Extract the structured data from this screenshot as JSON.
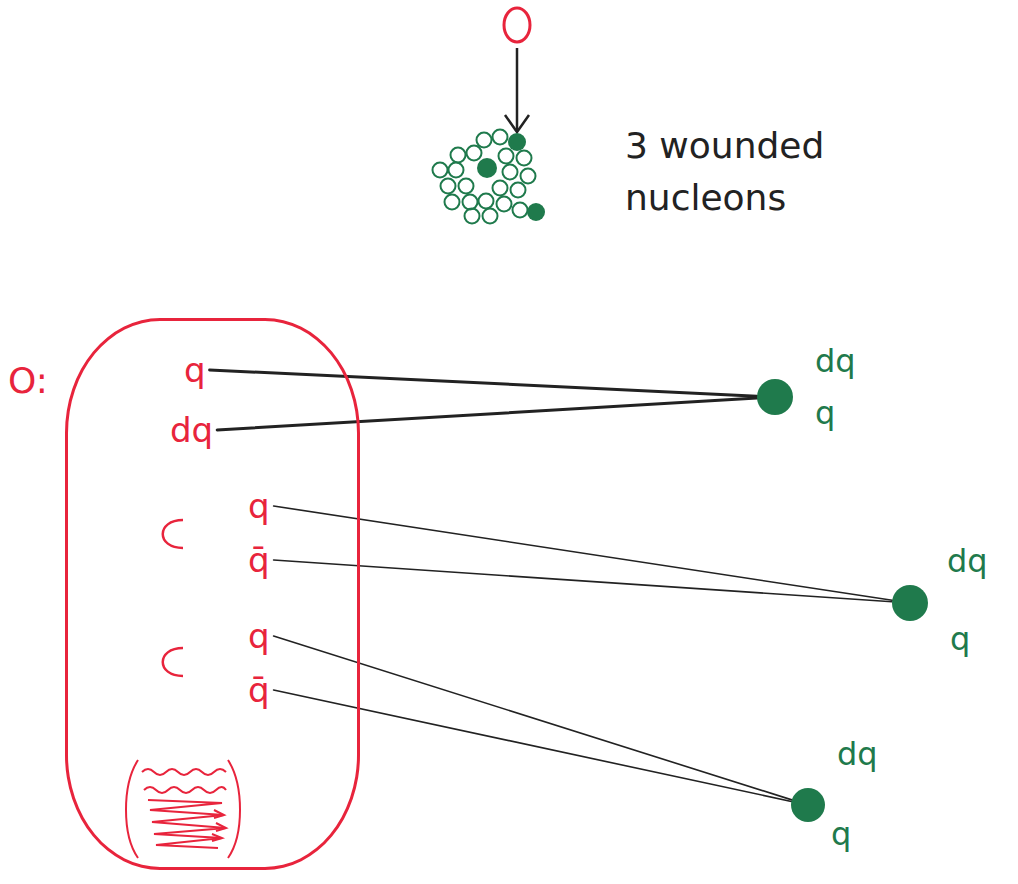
{
  "diagram": {
    "nodes": [
      {
        "text": [
          "O:"
        ]
      },
      {
        "text": [
          "q"
        ],
        "in": 0
      },
      {
        "text": [
          "dq"
        ],
        "in": 0
      },
      {
        "text": [
          "q"
        ],
        "in": 0
      },
      {
        "text": [
          "q̄"
        ],
        "in": 0
      },
      {
        "text": [
          "q"
        ],
        "in": 0
      },
      {
        "text": [
          "q̄"
        ],
        "in": 0
      },
      {
        "text": [
          "dq",
          "q"
        ]
      },
      {
        "text": [
          "dq",
          "q"
        ]
      },
      {
        "text": [
          "dq",
          "q"
        ]
      }
    ],
    "edges": [
      {
        "from": 1,
        "to": 7,
        "arrow": "none"
      },
      {
        "from": 2,
        "to": 7,
        "arrow": "none"
      },
      {
        "from": 3,
        "to": 8,
        "arrow": "none"
      },
      {
        "from": 4,
        "to": 8,
        "arrow": "none"
      },
      {
        "from": 5,
        "to": 9,
        "arrow": "none"
      },
      {
        "from": 6,
        "to": 9,
        "arrow": "none"
      }
    ],
    "labels": [
      "3 wounded nucleons"
    ]
  }
}
